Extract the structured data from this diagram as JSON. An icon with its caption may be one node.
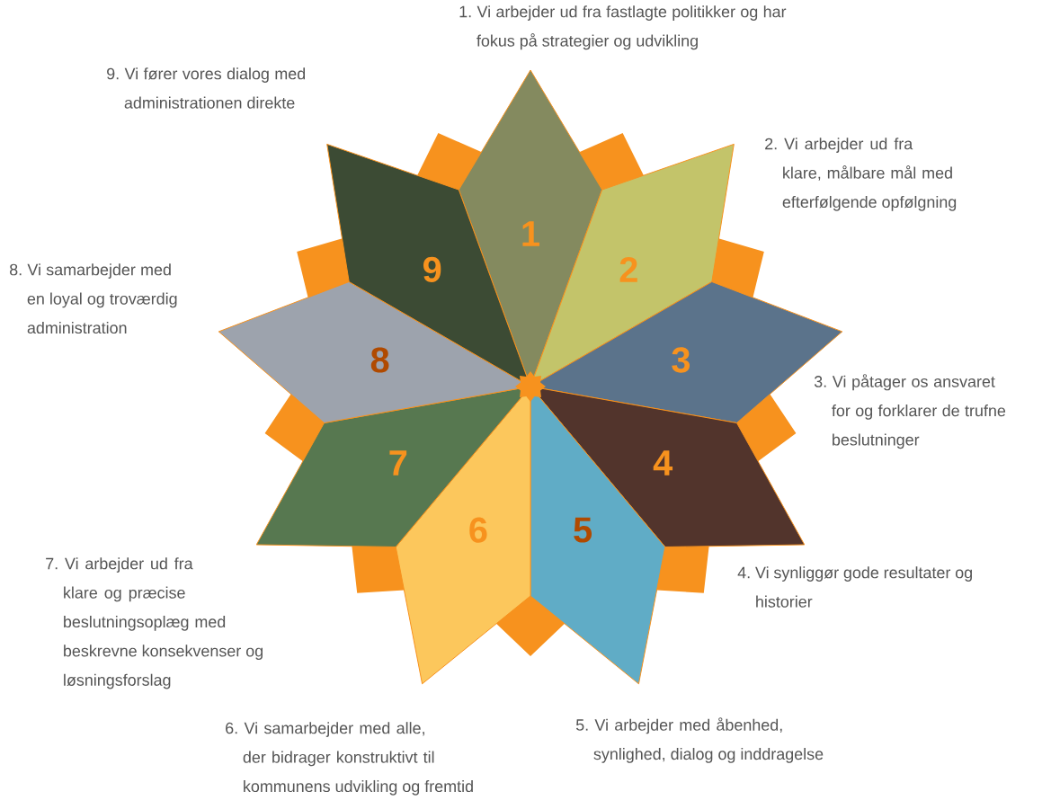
{
  "diagram": {
    "nodes": [
      {
        "text": [
          "1"
        ],
        "beside": [
          "1. Vi arbejder ud fra fastlagte politikker og har fokus på strategier og udvikling"
        ]
      },
      {
        "text": [
          "2"
        ],
        "beside": [
          "2. Vi arbejder ud fra klare, målbare mål med efterfølgende opfølgning"
        ]
      },
      {
        "text": [
          "3"
        ],
        "beside": [
          "3. Vi påtager os ansvaret for og forklarer de trufne beslutninger"
        ]
      },
      {
        "text": [
          "4"
        ],
        "beside": [
          "4. Vi synliggør gode resultater og historier"
        ]
      },
      {
        "text": [
          "5"
        ],
        "beside": [
          "5. Vi arbejder med åbenhed, synlighed, dialog og inddragelse"
        ]
      },
      {
        "text": [
          "6"
        ],
        "beside": [
          "6. Vi samarbejder med alle, der bidrager konstruktivt til kommunens udvikling og fremtid"
        ]
      },
      {
        "text": [
          "7"
        ],
        "beside": [
          "7. Vi arbejder ud fra klare og præcise beslutningsoplæg med beskrevne konsekvenser og løsningsforslag"
        ]
      },
      {
        "text": [
          "8"
        ],
        "beside": [
          "8. Vi samarbejder med en loyal og troværdig administration"
        ]
      },
      {
        "text": [
          "9"
        ],
        "beside": [
          "9. Vi fører vores dialog med administrationen direkte"
        ]
      }
    ]
  }
}
